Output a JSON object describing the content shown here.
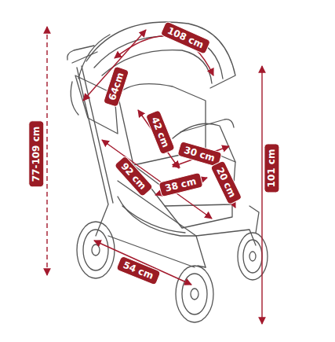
{
  "diagram": {
    "labels": [
      "108 cm",
      "64cm",
      "42 cm",
      "30 cm",
      "38 cm",
      "20 cm",
      "92 cm",
      "54 cm",
      "77-109 cm",
      "101 cm"
    ]
  }
}
